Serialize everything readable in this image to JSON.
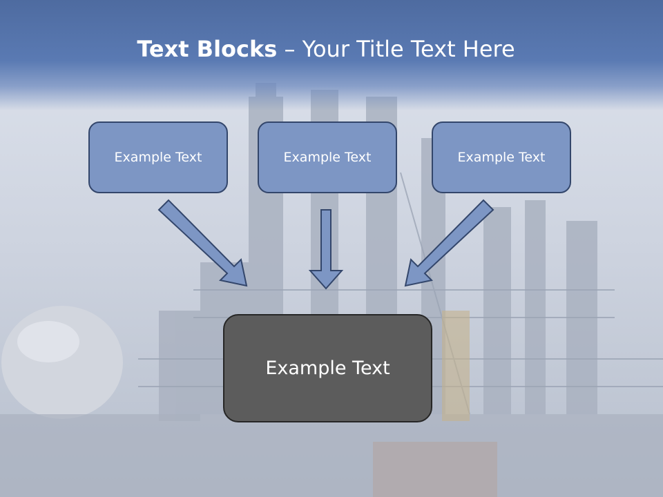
{
  "slide": {
    "title_bold": "Text Blocks",
    "title_dash": " – ",
    "title_regular": "Your Title Text Here",
    "blocks": [
      {
        "label": "Example Text"
      },
      {
        "label": "Example Text"
      },
      {
        "label": "Example Text"
      }
    ],
    "target_block": {
      "label": "Example Text"
    }
  },
  "colors": {
    "header": "#5a7ab3",
    "block_fill": "#7d96c4",
    "block_border": "#33466b",
    "arrow_fill": "#7d96c4",
    "target_fill": "#5c5c5c"
  }
}
